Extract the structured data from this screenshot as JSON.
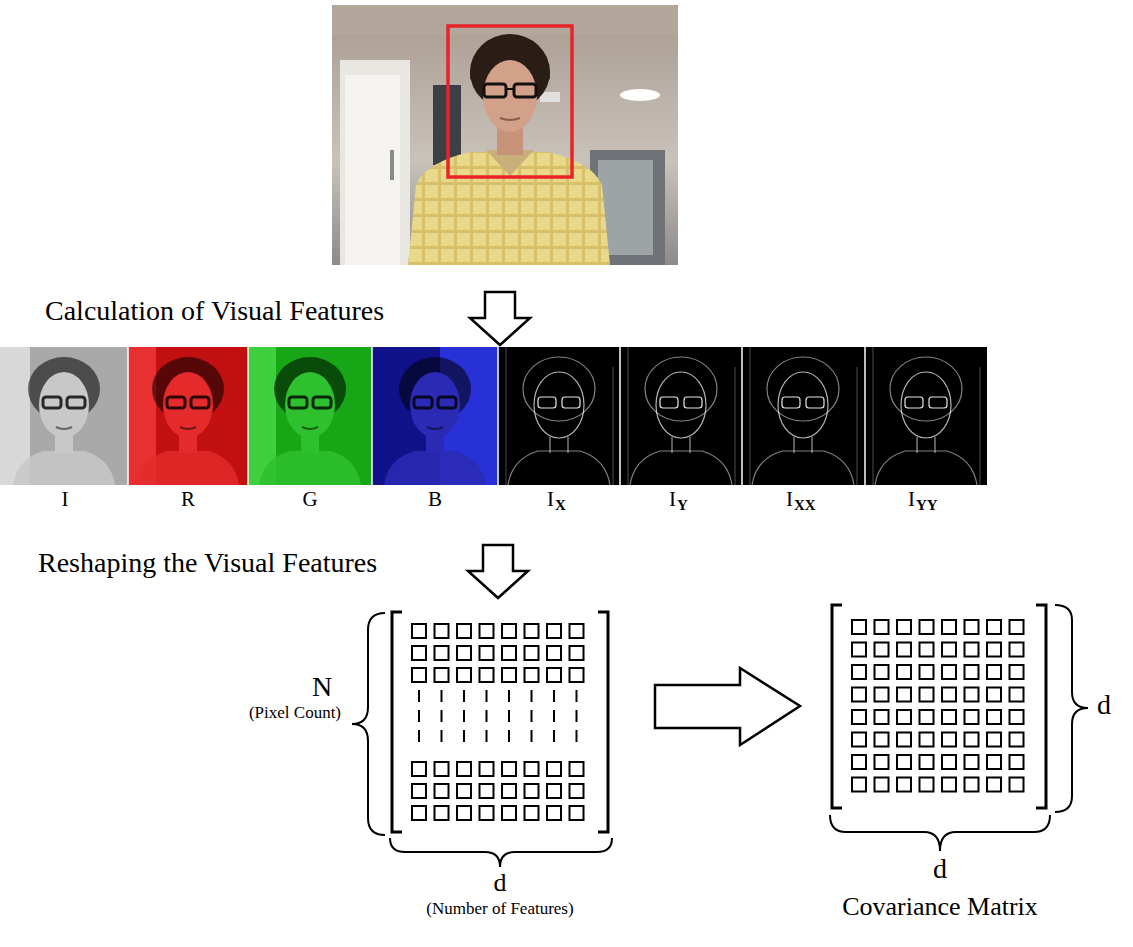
{
  "diagram": {
    "labels": [
      "Calculation of Visual Features",
      "I",
      "R",
      "G",
      "B",
      "I",
      "X",
      "I",
      "Y",
      "I",
      "XX",
      "I",
      "YY",
      "Reshaping the Visual Features",
      "N",
      "(Pixel Count)",
      "d",
      "(Number of Features)",
      "d",
      "Covariance Matrix",
      "d"
    ]
  }
}
